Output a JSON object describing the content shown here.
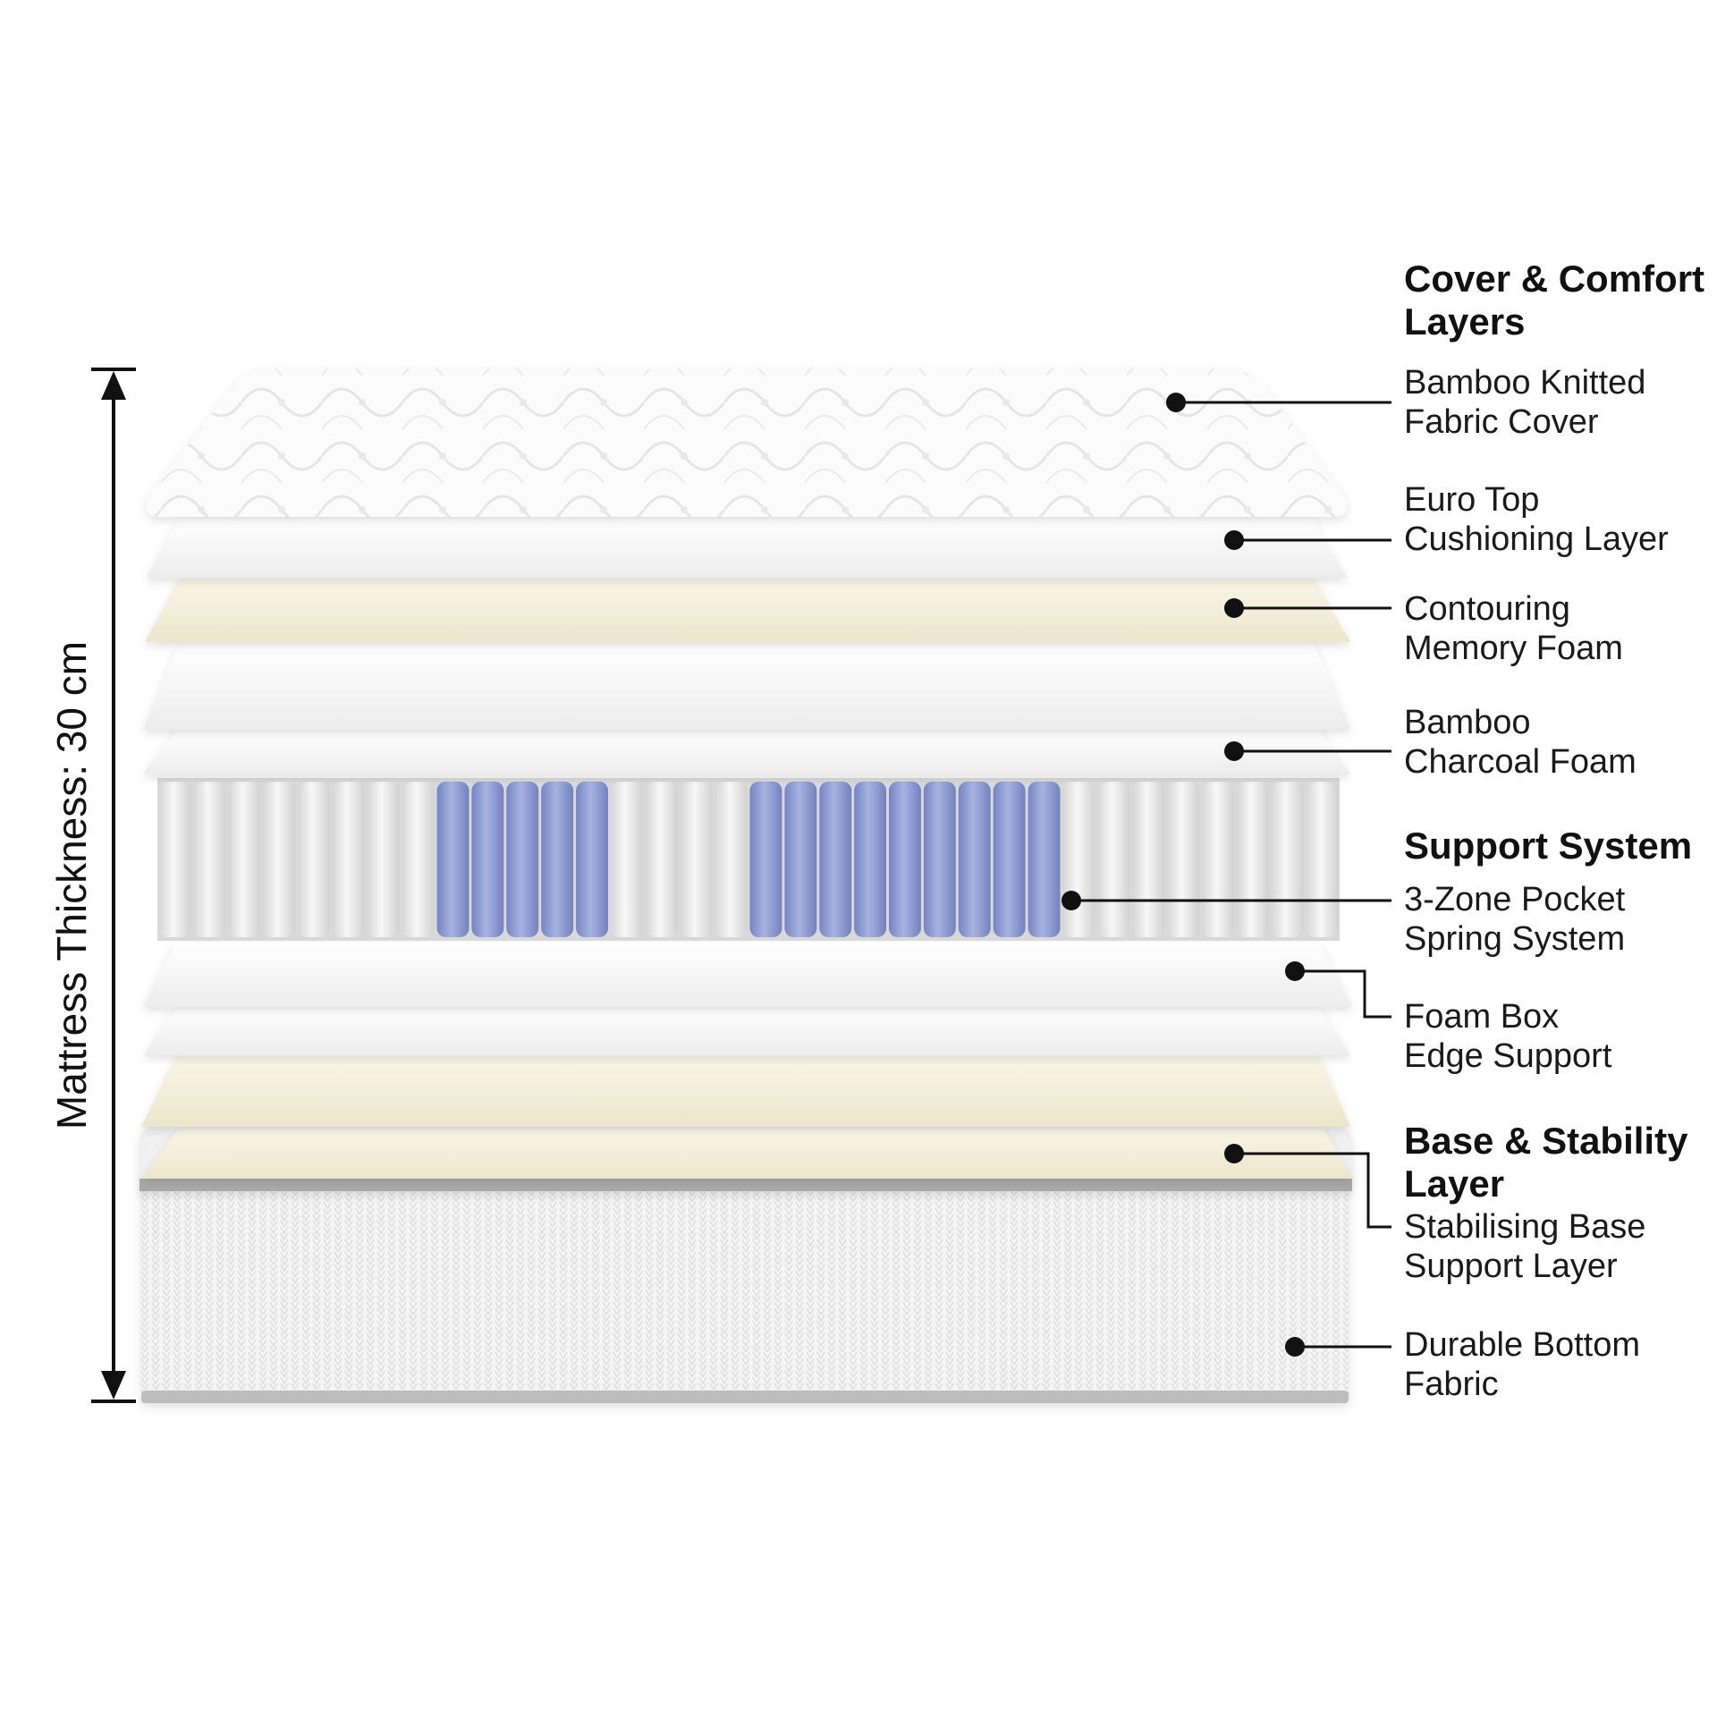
{
  "measurement": {
    "label": "Mattress Thickness: 30 cm"
  },
  "groups": {
    "cover_comfort": {
      "line1": "Cover & Comfort",
      "line2": "Layers"
    },
    "support": {
      "line1": "Support System"
    },
    "base": {
      "line1": "Base & Stability",
      "line2": "Layer"
    }
  },
  "layers": {
    "bamboo_cover": {
      "line1": "Bamboo Knitted",
      "line2": "Fabric Cover"
    },
    "euro_top": {
      "line1": "Euro Top",
      "line2": "Cushioning Layer"
    },
    "memory_foam": {
      "line1": "Contouring",
      "line2": "Memory Foam"
    },
    "charcoal_foam": {
      "line1": "Bamboo",
      "line2": "Charcoal Foam"
    },
    "pocket_spring": {
      "line1": "3-Zone Pocket",
      "line2": "Spring System"
    },
    "foam_box": {
      "line1": "Foam Box",
      "line2": "Edge Support"
    },
    "base_layer": {
      "line1": "Stabilising Base",
      "line2": "Support Layer"
    },
    "bottom_fabric": {
      "line1": "Durable Bottom",
      "line2": "Fabric"
    }
  },
  "colors": {
    "white_layer": "#f4f4f4",
    "cream_layer": "#f3efd9",
    "spring_white": "#e9e9e9",
    "spring_blue": "#8f9ed4",
    "border_grey": "#a5a5a5",
    "text": "#111111"
  }
}
